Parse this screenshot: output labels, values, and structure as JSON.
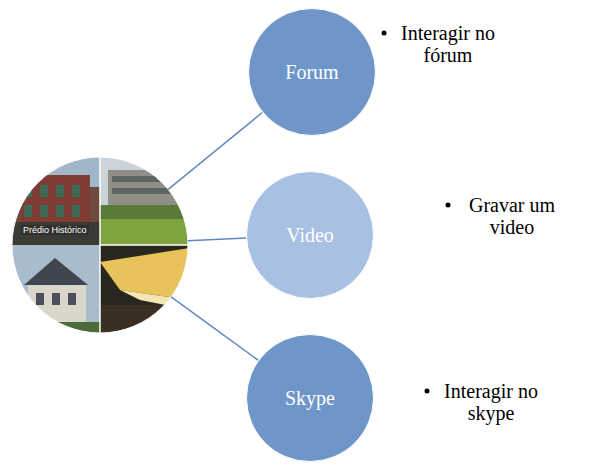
{
  "diagram": {
    "nodes": [
      {
        "text": [
          "Prédio Histórico"
        ]
      },
      {
        "text": [
          "Forum"
        ]
      },
      {
        "text": [
          "Video"
        ]
      },
      {
        "text": [
          "Skype"
        ]
      }
    ],
    "edges": [
      {
        "from": 0,
        "to": 1,
        "arrow": "none"
      },
      {
        "from": 0,
        "to": 2,
        "arrow": "none"
      },
      {
        "from": 0,
        "to": 3,
        "arrow": "none"
      }
    ],
    "labels": [
      "Interagir no fórum",
      "Gravar um video",
      "Interagir no skype"
    ]
  }
}
